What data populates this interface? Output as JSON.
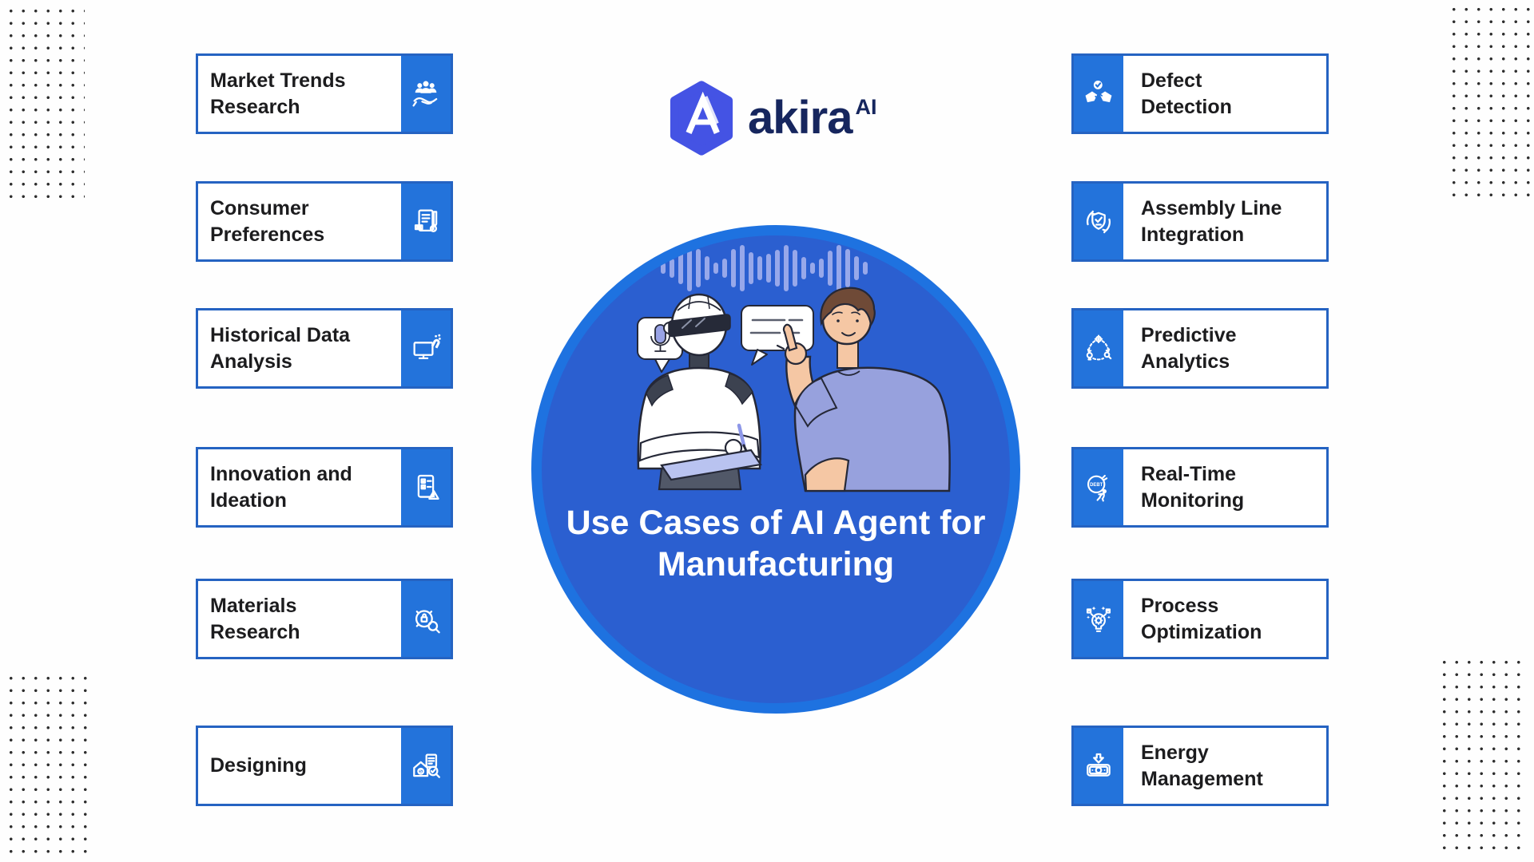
{
  "title": "Use Cases of AI Agent for Manufacturing",
  "brand": {
    "name": "akira",
    "superscript": "AI",
    "logo_icon": "hexagon-a-logo-icon"
  },
  "center": {
    "title_line1": "Use Cases of AI Agent for",
    "title_line2": "Manufacturing",
    "illustration": "robot-talking-with-human",
    "waveform_heights": [
      8,
      18,
      34,
      52,
      42,
      24,
      8,
      18,
      42,
      52,
      34,
      24,
      30,
      40,
      52,
      40,
      22,
      8,
      18,
      38,
      52,
      42,
      24,
      10
    ]
  },
  "left_column": {
    "items": [
      {
        "label": "Market Trends\nResearch",
        "icon": "people-hand-icon"
      },
      {
        "label": "Consumer\nPreferences",
        "icon": "document-pen-icon"
      },
      {
        "label": "Historical Data\nAnalysis",
        "icon": "monitor-magnet-icon"
      },
      {
        "label": "Innovation and\nIdeation",
        "icon": "checklist-warning-icon"
      },
      {
        "label": "Materials\nResearch",
        "icon": "target-lock-magnifier-icon"
      },
      {
        "label": "Designing",
        "icon": "house-document-magnifier-icon"
      }
    ]
  },
  "right_column": {
    "items": [
      {
        "label": "Defect\nDetection",
        "icon": "handshake-check-icon"
      },
      {
        "label": "Assembly Line\nIntegration",
        "icon": "shield-check-arrows-icon"
      },
      {
        "label": "Predictive\nAnalytics",
        "icon": "analytics-cycle-icon"
      },
      {
        "label": "Real-Time\nMonitoring",
        "icon": "person-debt-sack-icon",
        "icon_text": "DEBT"
      },
      {
        "label": "Process\nOptimization",
        "icon": "lightbulb-gear-icon"
      },
      {
        "label": "Energy\nManagement",
        "icon": "banknote-down-arrow-icon"
      }
    ]
  },
  "colors": {
    "box_border": "#2563c2",
    "icon_square": "#2373db",
    "circle_ring": "#1e72e0",
    "circle_fill": "#2b5fd0",
    "waveform": "#97a8ea",
    "logo_hexagon": "#4453e4",
    "logo_text": "#16265e",
    "box_text": "#1c1c1e",
    "corner_dots": "#2e2e2e"
  }
}
